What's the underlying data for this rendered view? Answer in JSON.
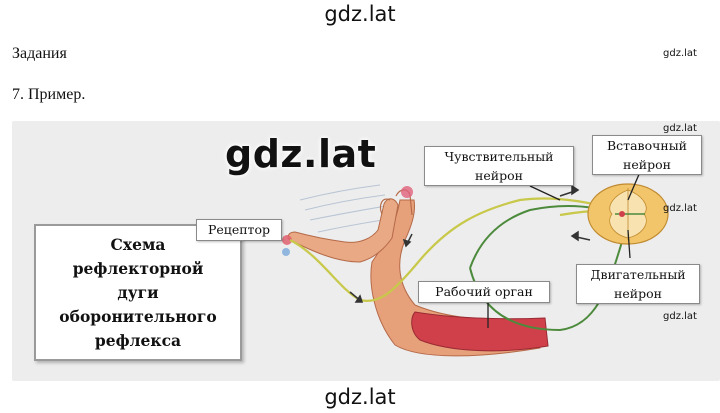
{
  "watermark": {
    "top": "gdz.lat",
    "bottom": "gdz.lat",
    "large": "gdz.lat",
    "small": "gdz.lat"
  },
  "page": {
    "heading": "Задания",
    "example": "7. Пример."
  },
  "figure": {
    "scheme_title": "Схема\nрефлекторной\nдуги\nоборонительного\nрефлекса",
    "labels": {
      "receptor": "Рецептор",
      "sensory_neuron": "Чувствительный\nнейрон",
      "interneuron": "Вставочный\nнейрон",
      "motor_neuron": "Двигательный\nнейрон",
      "working_organ": "Рабочий орган"
    },
    "colors": {
      "sensory_path": "#c8c84a",
      "motor_path": "#4c8a3c",
      "skin": "#e6a07a",
      "muscle": "#d0404a",
      "spinal_cord": "#f2c56a"
    }
  }
}
